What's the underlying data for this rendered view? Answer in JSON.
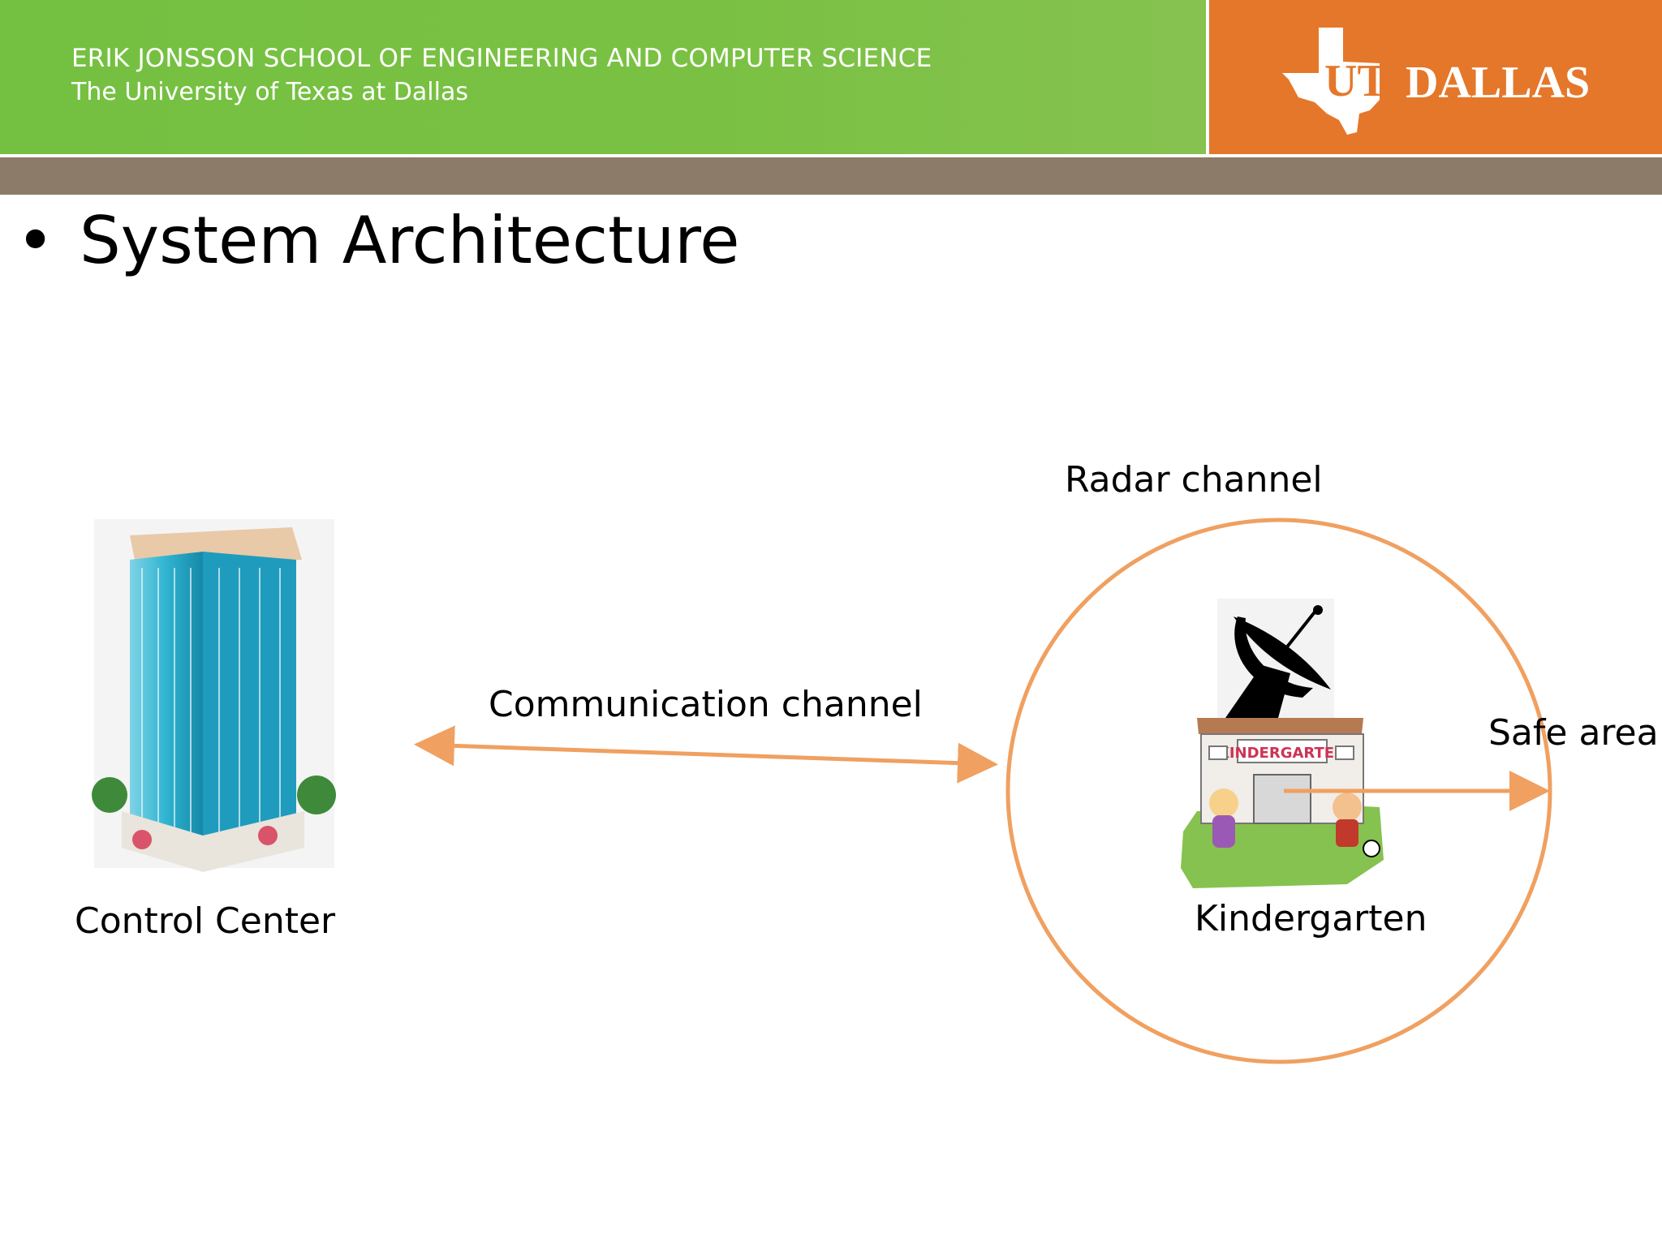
{
  "header": {
    "school_name": "ERIK JONSSON SCHOOL OF ENGINEERING AND COMPUTER SCIENCE",
    "university_name": "The University of Texas at Dallas",
    "logo_text_ut": "UT",
    "logo_text_dallas": "DALLAS",
    "colors": {
      "green": "#7ac143",
      "orange": "#e5772a",
      "gray_band": "#8b7b68"
    }
  },
  "slide": {
    "bullet": "•",
    "title": "System Architecture"
  },
  "diagram": {
    "nodes": {
      "control_center": {
        "label": "Control Center",
        "icon": "office-building-icon"
      },
      "kindergarten": {
        "label": "Kindergarten",
        "icon": "kindergarten-building-icon"
      },
      "radar": {
        "icon": "radar-dish-icon"
      }
    },
    "edges": {
      "communication": {
        "label": "Communication channel",
        "color": "#f0a060"
      }
    },
    "safe_zone": {
      "radar_label": "Radar channel",
      "safe_label": "Safe area",
      "color": "#f0a060"
    }
  }
}
